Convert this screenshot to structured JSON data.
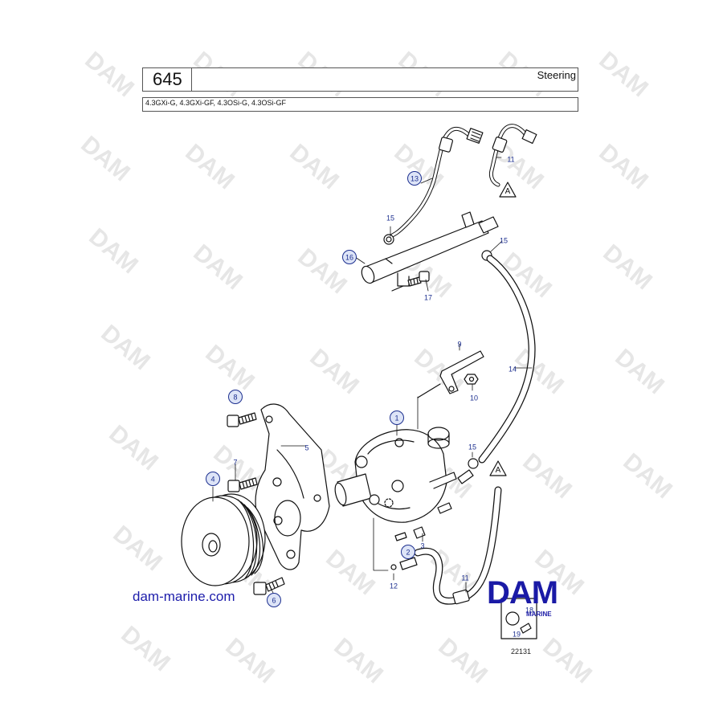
{
  "header": {
    "page_number": "645",
    "title": "Steering",
    "models": "4.3GXi-G, 4.3GXi-GF, 4.3OSi-G, 4.3OSi-GF"
  },
  "watermark": "DAM",
  "site_url": "dam-marine.com",
  "logo": {
    "main": "DAM",
    "sub": "MARINE"
  },
  "figure_number": "22131",
  "connection_marker": "A",
  "callouts": [
    {
      "id": "c1",
      "label": "1",
      "circled": true
    },
    {
      "id": "c2",
      "label": "2",
      "circled": true
    },
    {
      "id": "c3",
      "label": "3",
      "circled": false
    },
    {
      "id": "c4",
      "label": "4",
      "circled": true
    },
    {
      "id": "c5",
      "label": "5",
      "circled": false
    },
    {
      "id": "c6",
      "label": "6",
      "circled": true
    },
    {
      "id": "c7",
      "label": "7",
      "circled": false
    },
    {
      "id": "c8",
      "label": "8",
      "circled": true
    },
    {
      "id": "c9",
      "label": "9",
      "circled": false
    },
    {
      "id": "c10",
      "label": "10",
      "circled": false
    },
    {
      "id": "c11a",
      "label": "11",
      "circled": false
    },
    {
      "id": "c11b",
      "label": "11",
      "circled": false
    },
    {
      "id": "c12",
      "label": "12",
      "circled": false
    },
    {
      "id": "c13",
      "label": "13",
      "circled": true
    },
    {
      "id": "c14",
      "label": "14",
      "circled": false
    },
    {
      "id": "c15a",
      "label": "15",
      "circled": false
    },
    {
      "id": "c15b",
      "label": "15",
      "circled": false
    },
    {
      "id": "c15c",
      "label": "15",
      "circled": false
    },
    {
      "id": "c16",
      "label": "16",
      "circled": true
    },
    {
      "id": "c17",
      "label": "17",
      "circled": false
    },
    {
      "id": "c18",
      "label": "18",
      "circled": false
    },
    {
      "id": "c19",
      "label": "19",
      "circled": false
    }
  ],
  "colors": {
    "line": "#111111",
    "callout": "#1c2f8f",
    "callout_fill": "#dde4f7",
    "watermark": "#c8c8c8",
    "brand": "#1a1aa6"
  }
}
